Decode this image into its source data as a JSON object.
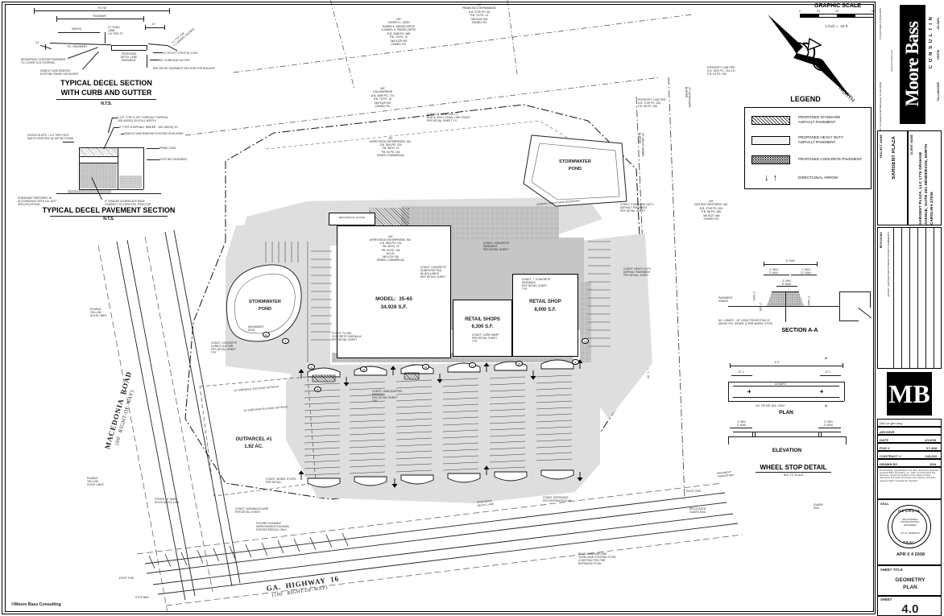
{
  "sheet": {
    "copyright": "©Moore Bass Consulting",
    "drawing_type": "Civil Engineering Site Plan"
  },
  "details": {
    "decel_section": {
      "title_line1": "TYPICAL DECEL SECTION",
      "title_line2": "WITH CURB AND GUTTER",
      "scale_note": "N.T.S.",
      "callouts": [
        "R.O.W.",
        "ROADWAY",
        "VARIES",
        "EX. PAVEMENT",
        "12' THRU\nLANE\n1/4\" PER FT.",
        "10'",
        "3:1 TYP. (OR\n2:1 WHERE SHOWN)",
        "PROPOSED\nDECEL LANE\nPAVEMENT",
        "RESURFACE EXISTING PAVEMENT\nTO COVER OLD STRIPING",
        "SAWCUT AND REMOVE\nEXISTING PAVED SHOULDER",
        "10' UTILITY STRIP @ 4.00%",
        "30\" CURB AND GUTTER",
        "SEE DECEL PAVEMENT SECTION FOR BUILDUP",
        "3:1"
      ]
    },
    "decel_pavement": {
      "title": "TYPICAL DECEL PAVEMENT SECTION",
      "scale_note": "N.T.S.",
      "callouts": [
        "1 1/2\" TYPE E OR F ASPHALT TOPPING\n165 LBS/SQ.YD (FULL WIDTH)",
        "3\" TYPE B ASPHALT BINDER - 330 LBS/SQ.YD",
        "SAWCUT AND REMOVE EXISTING SHOULDER",
        "PRIME COAT",
        "EXISTING PAVEMENT",
        "CROSS SLOPE = 1/4\" PER FOOT\nMATCH EXISTING @ S/E SECTIONS",
        "SUBGRADE PREPARED IN\nACCORDANCE WITH GA. DOT\nSPECIFICATIONS",
        "8\" GRADED AGGREGATE BASE\nCOMPACT TO 100% STD. PROCTOR"
      ]
    },
    "section_aa": {
      "title": "SECTION A-A",
      "callouts": [
        "PAVEMENT\nGRADE",
        "6\" MAX.",
        "2\" MIN.\n3\" MAX.",
        "4\" MIN.\n6\" MAX.",
        "7\" MIN.\n12\" MAX.",
        "2\" MAX.",
        "4\" MIN.",
        "1\" MAX.",
        "NO. 4 BARS - 18\" LONG PROJECTING 6\"\nABOVE FIN. GRADE (2 PER WHEEL STOP)"
      ]
    },
    "wheel_stop": {
      "title": "WHEEL STOP DETAIL",
      "subtitle": "NOT TO SCALE",
      "view_plan": "PLAN",
      "view_elevation": "ELEVATION",
      "callouts": [
        "6'-0\"",
        "12\" ±",
        "#4 BARS",
        "3/4\" OR 5/8\" DIA. HOLE",
        "2\" MIN.\n3\" MAX.",
        "A",
        "A"
      ]
    }
  },
  "graphic_scale": {
    "title": "GRAPHIC SCALE",
    "ratio_text": "1 inch =  40 ft.",
    "ticks": [
      "0",
      "20",
      "40",
      "80"
    ]
  },
  "north_arrow": {
    "label": "NORTH"
  },
  "legend": {
    "title": "LEGEND",
    "items": [
      {
        "swatch": "hatch",
        "label": "PROPOSED STANDARD\nASPHALT PAVEMENT"
      },
      {
        "swatch": "plain",
        "label": "PROPOSED HEAVY DUTY\nASPHALT PAVEMENT"
      },
      {
        "swatch": "concrete",
        "label": "PROPOSED CONCRETE PAVEMENT"
      },
      {
        "swatch": "arrows",
        "label": "DIRECTIONAL ARROW"
      }
    ]
  },
  "site": {
    "buildings": [
      {
        "name": "MODEL:  35-65",
        "area": "34,928 S.F."
      },
      {
        "name": "RETAIL SHOPS",
        "area": "6,300 S.F."
      },
      {
        "name": "RETAIL SHOP",
        "area": "8,000 S.F."
      }
    ],
    "ponds": [
      {
        "label_line1": "STORMWATER",
        "label_line2": "POND"
      },
      {
        "label_line1": "STORMWATER",
        "label_line2": "POND"
      }
    ],
    "outparcel": {
      "label": "OUTPARCEL #1",
      "area": "1.92 AC."
    },
    "mechanical_house": "MECHANICAL HOUSE",
    "roads": [
      {
        "name": "MACEDONIA  ROAD",
        "row": "(60'  RIGHT-OF-WAY)"
      },
      {
        "name": "GA.  HIGHWAY  16",
        "row": "(100'  RIGHT-OF-WAY)"
      }
    ],
    "parcels": [
      {
        "prefix": "N/F",
        "lines": [
          "JOSEPH L. GRAY",
          "KAREN K. PADRO-ORTIZ",
          "& ANGEL A. PADRO-ORTIZ",
          "D.B. 3088 PG. 669",
          "P.B. 73 PG. 12",
          "046 5129 003",
          "ZONED: RC"
        ]
      },
      {
        "prefix": "N/F",
        "lines": [
          "FRANCISCO HERNANDEZ",
          "D.B. 3739 PG. 60",
          "P.B. 73 PG. 12",
          "046 5129 004",
          "ZONED: RC"
        ]
      },
      {
        "prefix": "N/F",
        "lines": [
          "LISA ADERSON",
          "D.B. 3699 PG. 774",
          "P.B. 73 PG. 12",
          "046 5129 002",
          "ZONED: RC"
        ]
      },
      {
        "prefix": "N/F",
        "lines": [
          "AYERS ROCK ENTERPRISES, INC.",
          "D.B. 3924 PG. 216",
          "P.B. 58 PG. 19",
          "P.B. 94 PG. 194",
          "TAX ID.",
          "046 9 020 016",
          "ZONED: COMMERCIAL"
        ]
      },
      {
        "prefix": "N/F",
        "lines": [
          "AYERS ROCK ENTERPRISES, INC.",
          "D.B. 3924 PG. 216",
          "P.B. 58 PG. 19",
          "P.B. 94 PG. 194",
          "TAX ID.",
          "046 9 020 016",
          "ZONED: COMMERCIAL"
        ]
      },
      {
        "prefix": "N/F",
        "lines": [
          "DESTINY VENTURES, INC",
          "D.B. 3739 PG. 624",
          "P.B. 58 PG. 266",
          "046 8127 048",
          "ZONED: RC"
        ]
      }
    ],
    "annotations": [
      "CONST. 4' HIGH, 215 L.F.\nBLACK VINYL CHAIN LINK FENCE\nPER DETAIL SHEET 7.0",
      "PROPERTY LINE PER\nD.B. 3924 PG. 216-217\nP.B. 94 PG. 194",
      "PROPERTY LINE PER\nD.B. 3739 PG. 624\nP.B. 58 PG. 266",
      "ZONING CONDITIONS BOUNDARY",
      "CONST. CONCRETE\nPAVEMENT\nPER DETAIL SHEET",
      "CONST. STANDARD DUTY\nASPHALT PAVEMENT\nPER DETAIL SHEET",
      "CONST. HEAVY DUTY\nASPHALT PAVEMENT\nPER DETAIL SHEET",
      "CONST. CONCRETE\nDUMPSTER PAD\nW/ BOLLARDS\nPER DETAIL SHEET",
      "CONST. 7' CONCRETE\nSIDEWALK\nPER DETAIL SHEET\nTYP.",
      "CONST. FLUSH\nCONCRETE SIDEWALK\nPER DETAIL SHEET",
      "CONST. CURB RAMP\nPER DETAIL SHEET\nTYP.",
      "CONST. HANDICAPPED\nPARKING\nPER DETAIL SHEET\nTYP.",
      "CONST. WHEEL STOPS\nPER DETAIL",
      "CONST. CONCRETE\nCURB & GUTTER\nPER DETAIL SHEET\nTYP.",
      "CONST. ENTRANCE\nPER ENTRANCE PLAN",
      "CONST. SIDEWALK/CURB\nPER DETAIL SHEET",
      "FUTURE ROADWAY\nIMPROVEMENTS SHOWN\nFOR REFERENCE ONLY",
      "10' SIDEWALK BUILDING SETBACK",
      "10' SIDEYARD BUILDING SETBACK",
      "DOUBLE\nYELLOW\nSOLID LINES",
      "DOUBLE\nYELLOW\nSOLID LINES",
      "STRIPE 18\" WIDE\nSOLID WHITE LINE",
      "STOP BAR",
      "EXIST. R/W",
      "EXIST. R/W",
      "RELOCATED\nGUARD RAIL",
      "GUARD\nRAIL",
      "ROAD WIDENING AND\nTURN LANE STRIPING TO BE\nCONSTRUCTED PER\nENTRANCE PLAN",
      "20' LANDSCAPE\nBUFFER",
      "50' UNDISTURBED\nBUFFER",
      "MONUMENT\nSIGN",
      "PROPOSED\nDECEL LANE",
      "PAVEMENT\nTRANSITION"
    ]
  },
  "titleblock": {
    "firm": {
      "logo_word": "Moore Bass",
      "tagline_letters": "C  O  N  S  U  L  T  I  N",
      "offices": [
        "TALLAHASSEE",
        "DESTIN",
        "ATLANTA"
      ],
      "address": "3343 Thomasville Road\nTallahassee, Florida 32308",
      "phone": "(770) 831-8800\n(770) 831-8855",
      "web": "www.moorebass.com"
    },
    "project_label": "PROJECT NAME",
    "project_name": "SARGENT PLAZA",
    "client_label": "CLIENT NAME",
    "client_name": "SARGENT PLAZA, LLC\n1776 GRAHAM AVENUE, SUITE 201\nHENDERSON, NORTH CAROLINA 27536",
    "revisions_label": "REVISIONS",
    "revisions": [
      "3/21/08 - REVISED PER CONTED COUNTY COMMENTS"
    ],
    "monogram": "MB",
    "file_name": "j482-cd-geo.dwg",
    "rows": [
      {
        "label": "ARCHIVE",
        "value": ""
      },
      {
        "label": "DATE",
        "value": "2/14/08"
      },
      {
        "label": "FILE #",
        "value": "07-438"
      },
      {
        "label": "CONTRACT #",
        "value": "J48,283"
      },
      {
        "label": "DRAWN BY",
        "value": "JDA"
      }
    ],
    "disclaimer": "The Drawings, Specifications and other documents prepared by Moore Bass Consulting, Inc., shall, for this Project and otherwise, remain the property of the author of these documents and retain all common law, statutory and other reserved rights, including the copyright.",
    "seal_label": "SEAL",
    "seal_top": "GEORGIA",
    "seal_bottom": "SEAL",
    "seal_center": "REGISTERED\nPROFESSIONAL\nENGINEER",
    "seal_name": "JAY D. ROBERTS",
    "seal_date": "APR 0 4 2008",
    "sheet_title_label": "SHEET TITLE",
    "sheet_title": "GEOMETRY\nPLAN",
    "sheet_label": "SHEET",
    "sheet_number": "4.0"
  }
}
